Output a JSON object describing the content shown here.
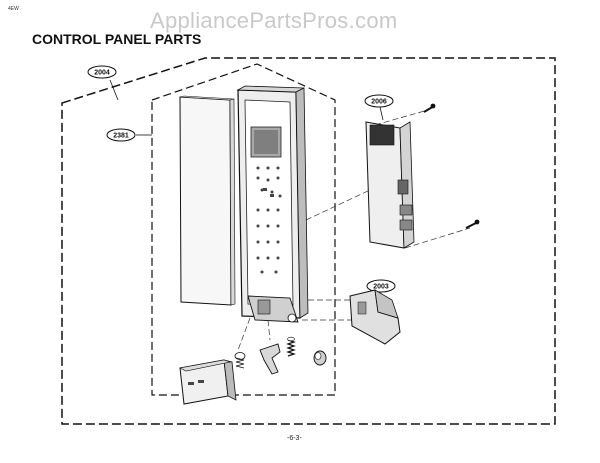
{
  "watermark": "AppliancePartsPros.com",
  "model_tag": "4EW",
  "title": "CONTROL PANEL PARTS",
  "page_number": "-6-3-",
  "callouts": {
    "c2004": "2004",
    "c2381": "2381",
    "c2006": "2006",
    "c2003": "2003"
  }
}
